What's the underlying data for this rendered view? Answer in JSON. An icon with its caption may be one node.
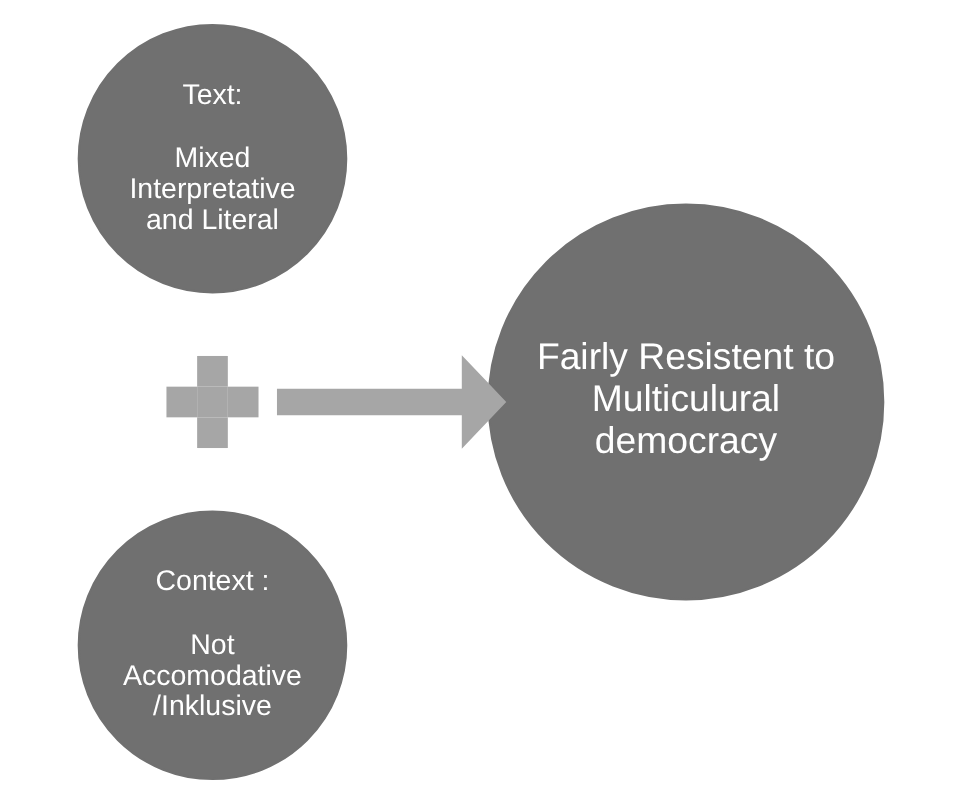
{
  "diagram": {
    "nodes": [
      {
        "text": [
          "Text:",
          "Mixed Interpretative and Literal"
        ]
      },
      {
        "text": [],
        "shape": "plus"
      },
      {
        "text": [
          "Context :",
          "Not Accomodative /Inklusive"
        ]
      },
      {
        "text": [
          "Fairly Resistent to Multiculural democracy"
        ]
      }
    ],
    "edges": [
      {
        "from": 1,
        "to": 3,
        "arrow": "to"
      }
    ]
  }
}
